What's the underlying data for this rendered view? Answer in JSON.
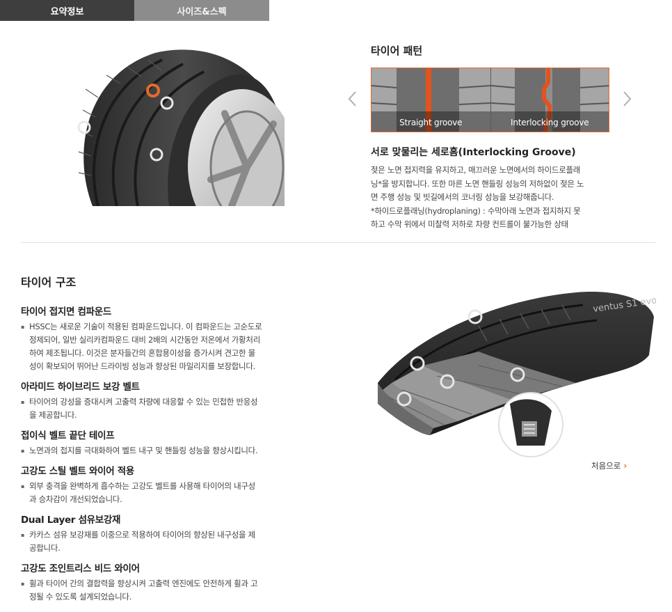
{
  "tabs": [
    {
      "label": "요약정보",
      "active": true
    },
    {
      "label": "사이즈&스펙",
      "active": false
    }
  ],
  "pattern": {
    "title": "타이어 패턴",
    "images": [
      {
        "caption": "Straight groove"
      },
      {
        "caption": "Interlocking groove"
      }
    ],
    "subtitle": "서로 맞물리는 세로홈(Interlocking Groove)",
    "description_lines": [
      "젖은 노면 접지력을 유지하고, 매끄러운 노면에서의 하이드로플래",
      "닝*을 방지합니다. 또한 마른 노면 핸들링 성능의 저하없이 젖은 노",
      "면 주행 성능 및 빗길에서의 코너링 성능을 보강해줍니다.",
      "*하이드로플래닝(hydroplaning) : 수막아래 노면과 접지하지 못",
      "하고 수막 위에서 미찰력 저하로 차량 컨트롤이 불가능한 상태"
    ],
    "prev_icon": "chevron-left-icon",
    "next_icon": "chevron-right-icon"
  },
  "structure": {
    "title": "타이어 구조",
    "items": [
      {
        "heading": "타이어 접지면 컴파운드",
        "lines": [
          "HSSC는 새로운 기술이 적용된 컴파운드입니다. 이 컴파운드는 고순도로",
          "정제되어, 일반 실리카컴파운드 대비 2배의 시간동안 저온에서 가황처리",
          "하여 제조됩니다. 이것은 분자들간의 혼합용이성을 증가시켜 견고한 물",
          "성이 확보되어 뛰어난 드라이빙 성능과 향상된 마일리지를 보장합니다."
        ]
      },
      {
        "heading": "아라미드 하이브리드 보강 벨트",
        "lines": [
          "타이어의 강성을 증대시켜 고출력 차량에 대응할 수 있는 민첩한 반응성",
          "을 제공합니다."
        ]
      },
      {
        "heading": "접이식 벨트 끝단 테이프",
        "lines": [
          "노면과의 접지를 극대화하여 벨트 내구 및 핸들링 성능을 향상시킵니다."
        ]
      },
      {
        "heading": "고강도 스틸 벨트 와이어 적용",
        "lines": [
          "외부 충격을 완벽하게 흡수하는 고강도 벨트를 사용해 타이어의 내구성",
          "과 승차감이 개선되었습니다."
        ]
      },
      {
        "heading": "Dual Layer 섬유보강재",
        "lines": [
          "카카스 섬유 보강재를 이중으로 적용하여 타이어의 향상된 내구성을 제",
          "공합니다."
        ]
      },
      {
        "heading": "고강도 조인트리스 비드 와이어",
        "lines": [
          "휠과 타이어 간의 결합력을 향상시켜 고출력 엔진에도 안전하게 휠과 고",
          "정될 수 있도록 설계되었습니다."
        ]
      }
    ],
    "cutaway_text": "ventus S1 evo",
    "to_first_label": "처음으로",
    "to_first_icon": "chevron-right-icon"
  },
  "colors": {
    "accent": "#e36b2c",
    "tab_active": "#3e3e3e",
    "tab_inactive": "#8c8c8c"
  }
}
